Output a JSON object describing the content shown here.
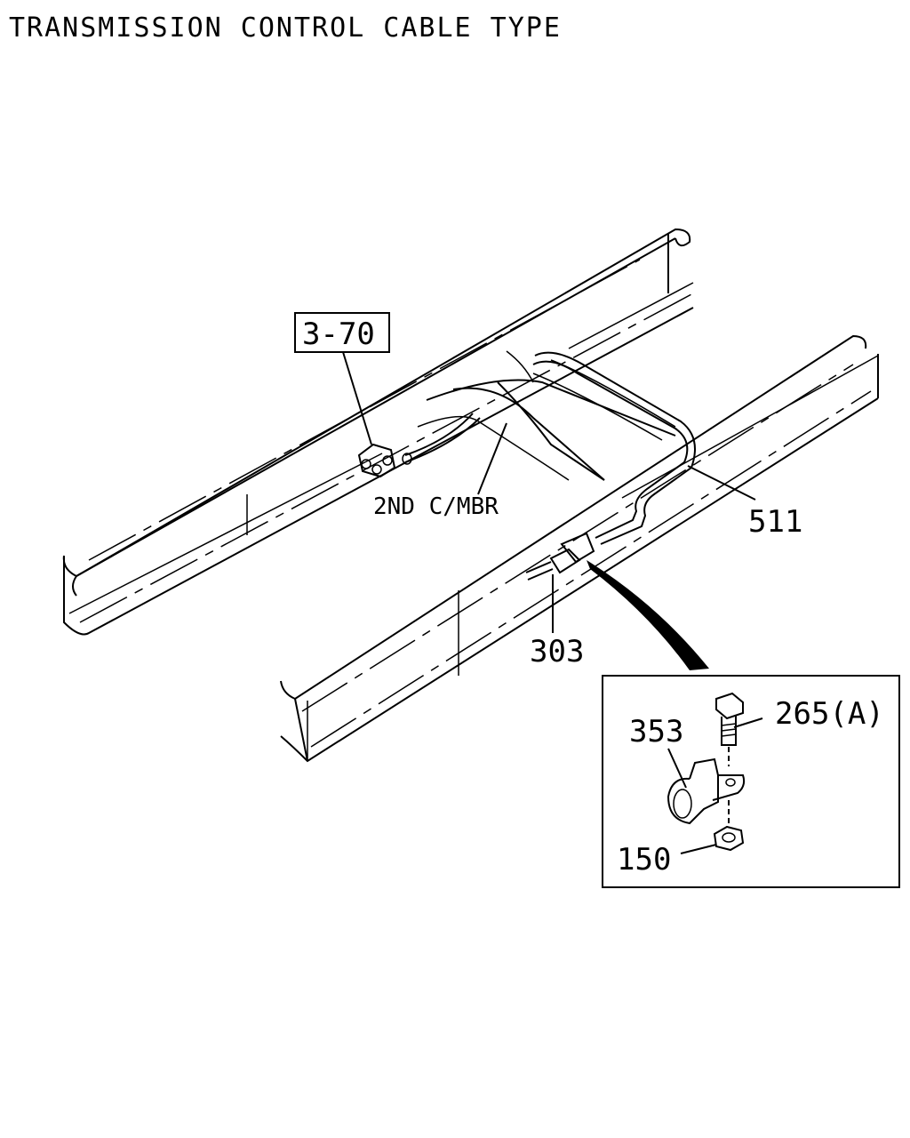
{
  "title": "TRANSMISSION CONTROL CABLE TYPE",
  "labels": {
    "ref_box": "3-70",
    "crossmember": "2ND C/MBR",
    "part_511": "511",
    "part_303": "303",
    "part_353": "353",
    "part_265": "265(A)",
    "part_150": "150"
  }
}
